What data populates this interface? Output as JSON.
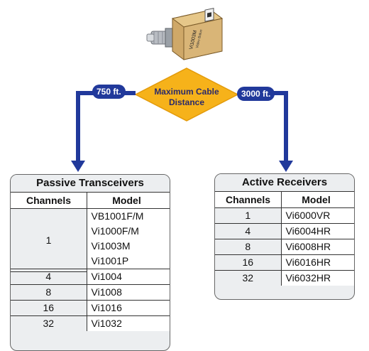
{
  "diagram": {
    "title_line1": "Maximum Cable",
    "title_line2": "Distance",
    "left_distance": "750 ft.",
    "right_distance": "3000 ft.",
    "product_label": "Vi1003M",
    "product_sublabel": "Video Balun"
  },
  "passive": {
    "title": "Passive Transceivers",
    "col1": "Channels",
    "col2": "Model",
    "group1_channel": "1",
    "group1_models": [
      "VB1001F/M",
      "Vi1000F/M",
      "Vi1003M",
      "Vi1001P"
    ],
    "rows": [
      {
        "channel": "4",
        "model": "Vi1004"
      },
      {
        "channel": "8",
        "model": "Vi1008"
      },
      {
        "channel": "16",
        "model": "Vi1016"
      },
      {
        "channel": "32",
        "model": "Vi1032"
      }
    ]
  },
  "active": {
    "title": "Active Receivers",
    "col1": "Channels",
    "col2": "Model",
    "rows": [
      {
        "channel": "1",
        "model": "Vi6000VR"
      },
      {
        "channel": "4",
        "model": "Vi6004HR"
      },
      {
        "channel": "8",
        "model": "Vi6008HR"
      },
      {
        "channel": "16",
        "model": "Vi6016HR"
      },
      {
        "channel": "32",
        "model": "Vi6032HR"
      }
    ]
  },
  "colors": {
    "connector": "#21399b",
    "diamond": "#f6b21a",
    "panel_bg": "#eceef0"
  }
}
